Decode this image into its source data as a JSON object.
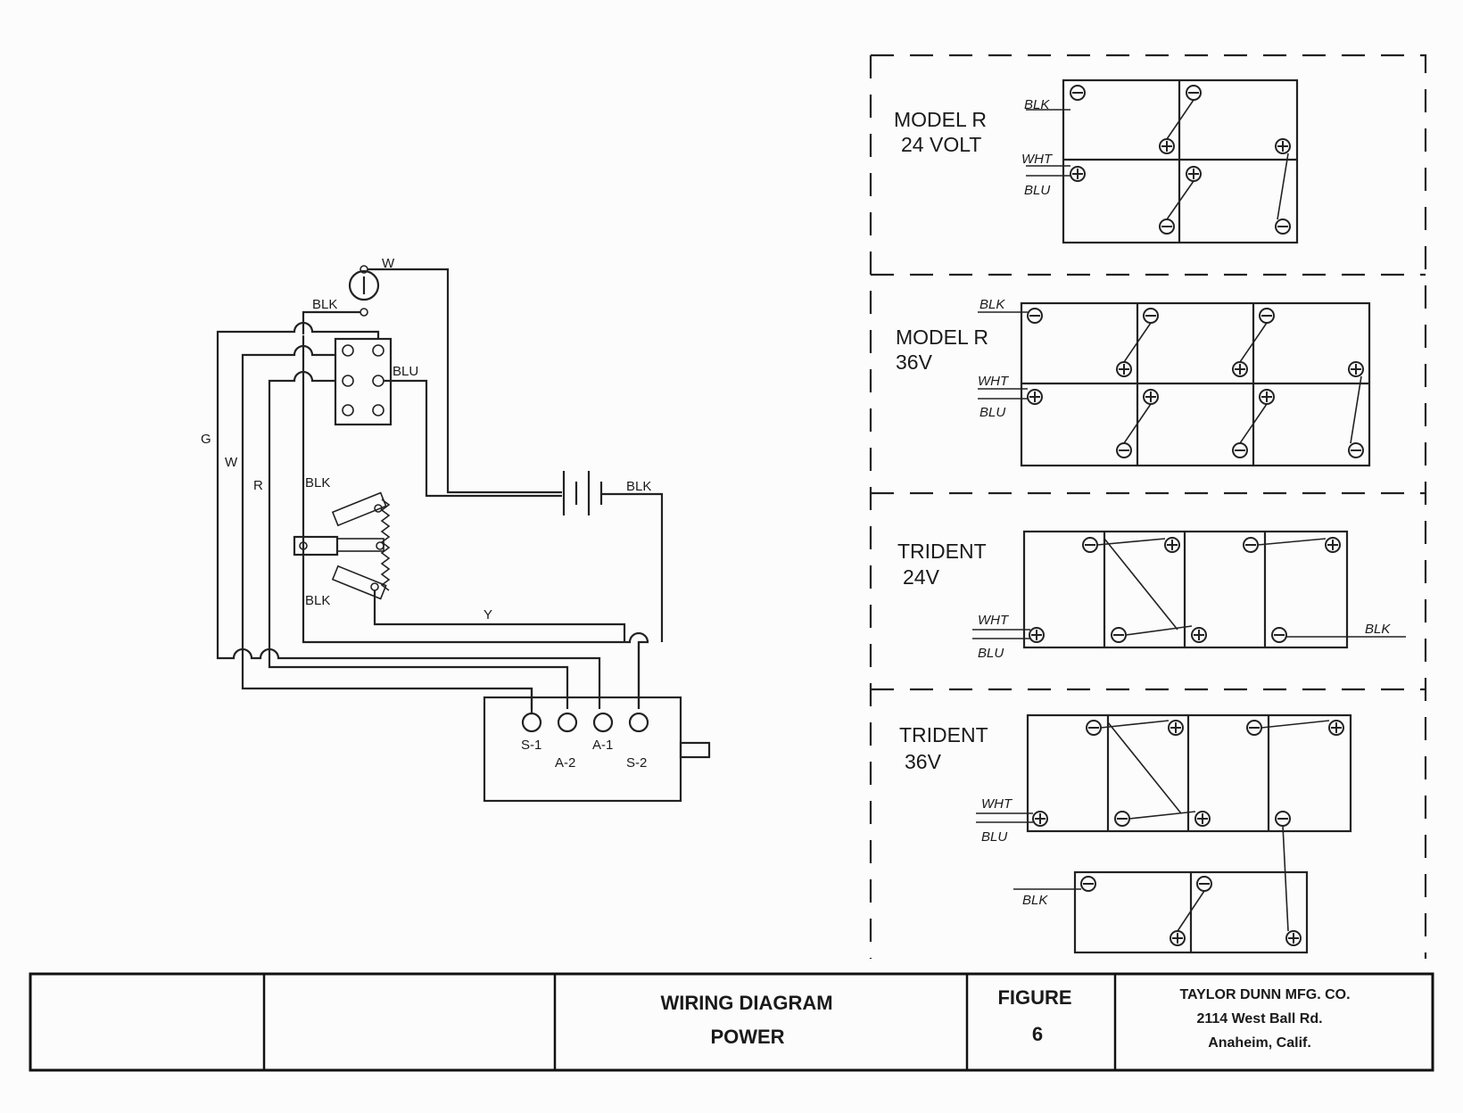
{
  "schematic": {
    "labels": {
      "w_top": "W",
      "blk_top": "BLK",
      "blu": "BLU",
      "g": "G",
      "w_side": "W",
      "r": "R",
      "blk_mid": "BLK",
      "blk_low": "BLK",
      "blk_batt": "BLK",
      "y": "Y"
    },
    "motor_terminals": [
      "S-1",
      "A-2",
      "A-1",
      "S-2"
    ]
  },
  "battery_configs": [
    {
      "title": [
        "MODEL R",
        "24 VOLT"
      ],
      "wires": [
        "BLK",
        "WHT",
        "BLU"
      ]
    },
    {
      "title": [
        "MODEL R",
        "36V"
      ],
      "wires": [
        "BLK",
        "WHT",
        "BLU"
      ]
    },
    {
      "title": [
        "TRIDENT",
        "24V"
      ],
      "wires": [
        "WHT",
        "BLU",
        "BLK"
      ]
    },
    {
      "title": [
        "TRIDENT",
        "36V"
      ],
      "wires": [
        "WHT",
        "BLU",
        "BLK"
      ]
    }
  ],
  "title_block": {
    "title_line1": "WIRING DIAGRAM",
    "title_line2": "POWER",
    "figure_label": "FIGURE",
    "figure_number": "6",
    "company": "TAYLOR DUNN MFG. CO.",
    "address": "2114 West Ball Rd.",
    "city": "Anaheim, Calif."
  }
}
